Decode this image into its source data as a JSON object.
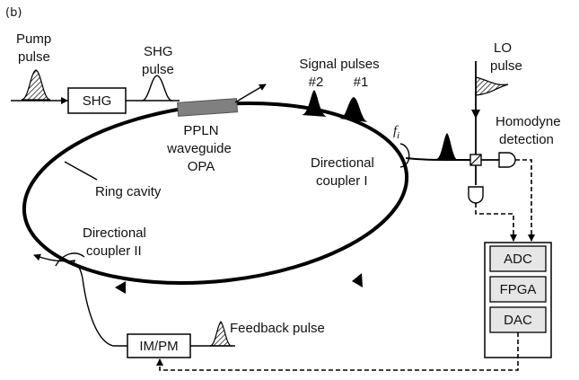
{
  "panel_tag": "(b)",
  "labels": {
    "pump": [
      "Pump",
      "pulse"
    ],
    "shg_pulse": [
      "SHG",
      "pulse"
    ],
    "signal": [
      "Signal pulses",
      "#2",
      "#1"
    ],
    "lo": [
      "LO",
      "pulse"
    ],
    "homodyne": [
      "Homodyne",
      "detection"
    ],
    "ppln": [
      "PPLN",
      "waveguide",
      "OPA"
    ],
    "fi": "f",
    "fi_sub": "i",
    "dir1": [
      "Directional",
      "coupler I"
    ],
    "ring": "Ring cavity",
    "dir2": [
      "Directional",
      "coupler II"
    ],
    "feedback": "Feedback pulse"
  },
  "boxes": {
    "shg": "SHG",
    "adc": "ADC",
    "fpga": "FPGA",
    "dac": "DAC",
    "impm": "IM/PM"
  },
  "colors": {
    "line": "#000000",
    "box_fill": "#e6e6e6",
    "waveguide": "#808080"
  }
}
